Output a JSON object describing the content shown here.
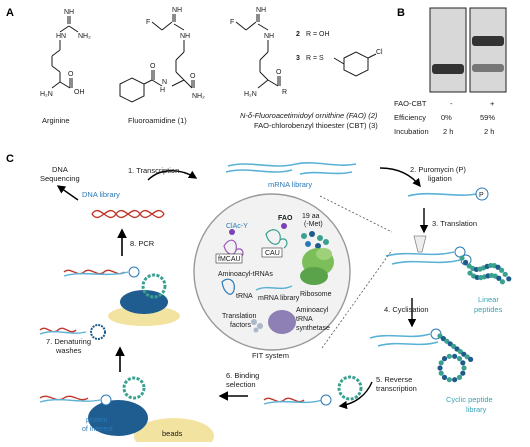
{
  "panels": {
    "a": "A",
    "b": "B",
    "c": "C"
  },
  "panel_a": {
    "compounds": [
      {
        "name": "Arginine"
      },
      {
        "name": "Fluoroamidine (1)"
      },
      {
        "name_line1": "N-δ-Fluoroacetimidoyl ornithine (FAO) (2)",
        "name_line2": "FAO-chlorobenzyl thioester (CBT) (3)"
      }
    ],
    "r_groups": [
      {
        "num": "2",
        "text": "R = OH"
      },
      {
        "num": "3",
        "text": "R = S"
      }
    ],
    "atoms": {
      "nh": "NH",
      "h2n": "H₂N",
      "hn": "HN",
      "nh2": "NH₂",
      "oh": "OH",
      "o": "O",
      "f": "F",
      "h": "H",
      "n": "N",
      "r": "R",
      "cl": "Cl"
    }
  },
  "panel_b": {
    "rows": [
      {
        "label": "FAO-CBT",
        "values": [
          "-",
          "+"
        ]
      },
      {
        "label": "Efficiency",
        "values": [
          "0%",
          "59%"
        ]
      },
      {
        "label": "Incubation",
        "values": [
          "2 h",
          "2 h"
        ]
      }
    ]
  },
  "panel_c": {
    "steps": {
      "s1": "1. Transcription",
      "s2_line1": "2. Puromycin (P)",
      "s2_line2": "ligation",
      "s3": "3. Translation",
      "s4": "4. Cyclisation",
      "s5_line1": "5. Reverse",
      "s5_line2": "transcription",
      "s6_line1": "6. Binding",
      "s6_line2": "selection",
      "s7_line1": "7. Denaturing",
      "s7_line2": "washes",
      "s8": "8. PCR"
    },
    "labels": {
      "dna_sequencing_line1": "DNA",
      "dna_sequencing_line2": "Sequencing",
      "dna_library": "DNA library",
      "mrna_library": "mRNA library",
      "linear_peptides_line1": "Linear",
      "linear_peptides_line2": "peptides",
      "cyclic_peptide_line1": "Cyclic peptide",
      "cyclic_peptide_line2": "library",
      "protein_line1": "protein",
      "protein_line2": "of interest",
      "beads": "beads",
      "puromycin": "P"
    },
    "fit_system": {
      "caption": "FIT system",
      "clac_y": "ClAc-Y",
      "fao": "FAO",
      "aa_line1": "19 aa",
      "aa_line2": "(-Met)",
      "cau1": "fMCAU",
      "cau2": "CAU",
      "aminoacyl_trnas": "Aminoacyl-tRNAs",
      "ribosome": "Ribosome",
      "trna": "tRNA",
      "mrna_library": "mRNA library",
      "translation_factors_line1": "Translation",
      "translation_factors_line2": "factors",
      "synthetase_line1": "Aminoacyl",
      "synthetase_line2": "tRNA",
      "synthetase_line3": "synthetase"
    },
    "colors": {
      "dna": "#c0392b",
      "rna": "#5ab1d6",
      "peptide_teal": "#3aa18f",
      "peptide_blue": "#1f5b8a",
      "accent": "#2a7ab8",
      "protein": "#1f5c8f",
      "beads": "#f2e3a0"
    }
  }
}
